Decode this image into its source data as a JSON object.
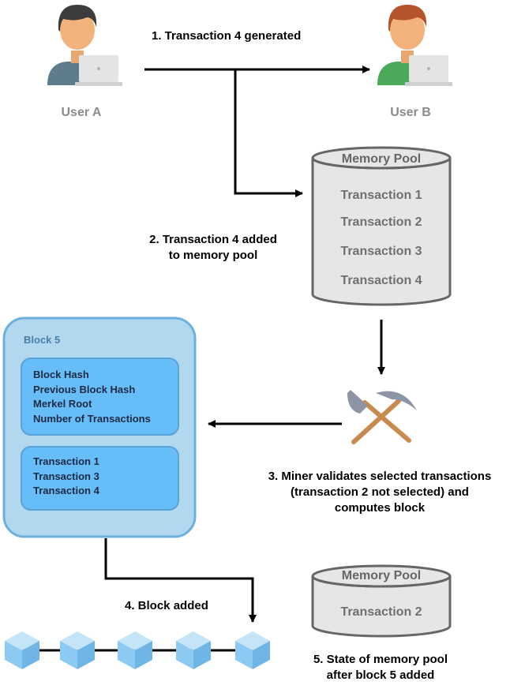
{
  "users": {
    "a": {
      "name": "User A"
    },
    "b": {
      "name": "User B"
    }
  },
  "steps": {
    "s1": "1. Transaction 4 generated",
    "s2_line1": "2. Transaction 4 added",
    "s2_line2": "to memory pool",
    "s3_line1": "3. Miner validates selected transactions",
    "s3_line2": "(transaction 2 not selected) and",
    "s3_line3": "computes block",
    "s4": "4. Block added",
    "s5_line1": "5. State of memory pool",
    "s5_line2": "after block 5 added"
  },
  "memory_pool_before": {
    "title": "Memory Pool",
    "transactions": [
      "Transaction 1",
      "Transaction 2",
      "Transaction 3",
      "Transaction 4"
    ]
  },
  "memory_pool_after": {
    "title": "Memory Pool",
    "transactions": [
      "Transaction 2"
    ]
  },
  "block": {
    "title": "Block 5",
    "header_fields": [
      "Block Hash",
      "Previous Block Hash",
      "Merkel Root",
      "Number of Transactions"
    ],
    "transactions": [
      "Transaction 1",
      "Transaction 3",
      "Transaction 4"
    ]
  },
  "icons": {
    "user_a": "user-laptop-icon",
    "user_b": "user-laptop-icon",
    "miner": "shovel-pickaxe-icon",
    "chain_block": "cube-icon"
  },
  "colors": {
    "arrow": "#000000",
    "pool_fill": "#e6e6e6",
    "pool_stroke": "#666666",
    "block_outer_fill": "#b1d8ef",
    "block_outer_stroke": "#6cb0de",
    "block_inner_fill": "#66bdf8",
    "block_inner_stroke": "#5aa3d6",
    "cube_top": "#c4e4f8",
    "cube_left": "#8dcaf1",
    "cube_right": "#6fb6e6"
  }
}
